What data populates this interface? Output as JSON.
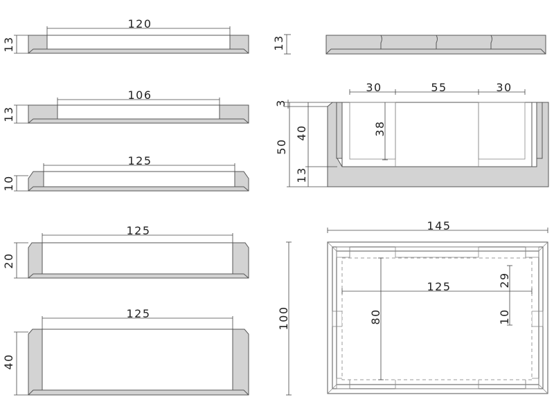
{
  "dimensions": {
    "profile_1": {
      "width": "120",
      "height": "13"
    },
    "profile_2": {
      "width": "106",
      "height": "13"
    },
    "profile_3": {
      "width": "125",
      "height": "10"
    },
    "profile_4": {
      "width": "125",
      "height": "20"
    },
    "profile_5": {
      "width": "125",
      "height": "40"
    },
    "side_view": {
      "height": "13"
    },
    "cross_section": {
      "seg_left": "30",
      "seg_mid": "55",
      "seg_right": "30",
      "rim": "3",
      "total_height": "50",
      "inner_height": "40",
      "base": "13",
      "pocket_depth": "38"
    },
    "plan_view": {
      "outer_width": "145",
      "outer_depth": "100",
      "inner_width": "125",
      "inner_depth": "80",
      "right_offset_top": "29",
      "right_offset_bottom": "10"
    }
  },
  "colors": {
    "fill": "#d3d3d3",
    "stroke": "#555555",
    "background": "#ffffff"
  }
}
